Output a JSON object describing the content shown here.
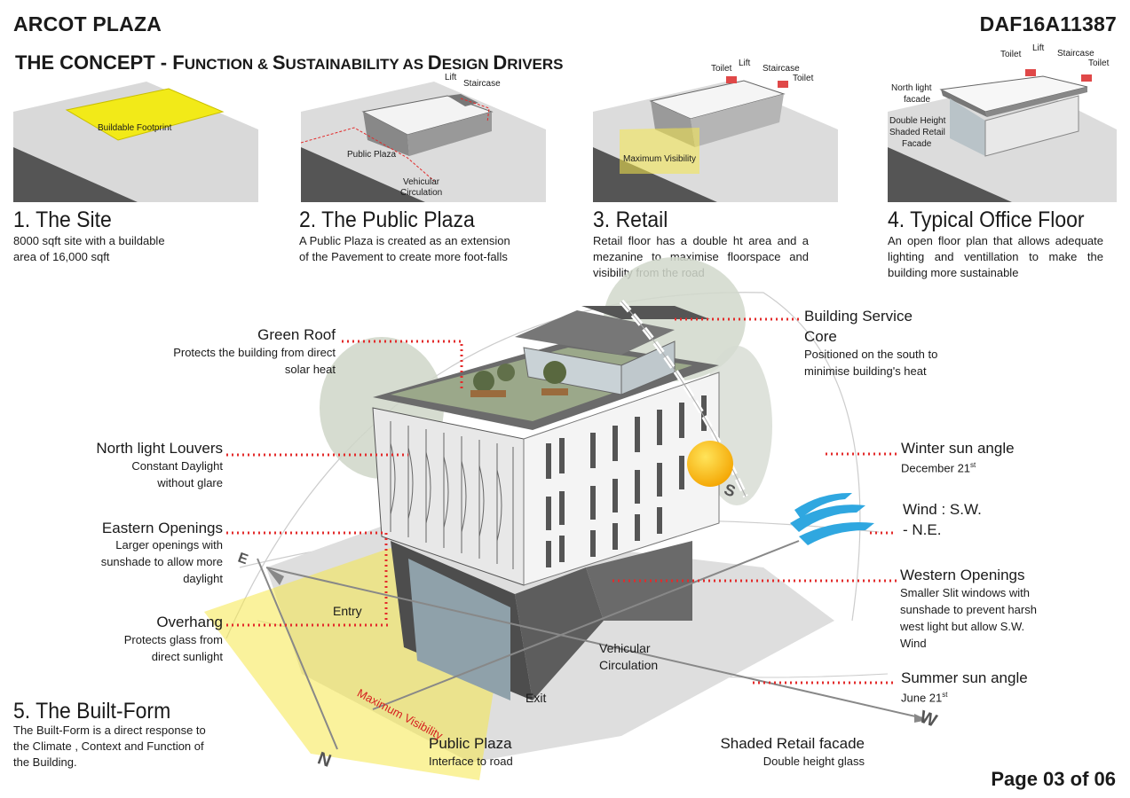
{
  "header": {
    "project": "ARCOT PLAZA",
    "code": "DAF16A11387"
  },
  "concept": {
    "prefix": "THE CONCEPT - ",
    "first": "F",
    "rest1": "UNCTION & ",
    "first2": "S",
    "rest2": "USTAINABILITY AS ",
    "first3": "D",
    "rest3": "ESIGN ",
    "first4": "D",
    "rest4": "RIVERS"
  },
  "panels": [
    {
      "title": "1. The Site",
      "desc": "8000 sqft site with a buildable area of 16,000 sqft",
      "labels": [
        "Buildable Footprint"
      ]
    },
    {
      "title": "2. The Public Plaza",
      "desc": "A Public Plaza is created as an extension of the Pavement to create more foot-falls",
      "labels": [
        "Lift",
        "Staircase",
        "Public Plaza",
        "Vehicular",
        "Circulation"
      ]
    },
    {
      "title": "3. Retail",
      "desc": "Retail floor has a double ht area and a mezanine to maximise floorspace and visibility from the road",
      "labels": [
        "Toilet",
        "Lift",
        "Staircase",
        "Toilet",
        "Maximum Visibility"
      ]
    },
    {
      "title": "4. Typical Office Floor",
      "desc": "An open floor plan that allows adequate lighting and ventillation to make the building more sustainable",
      "labels": [
        "Toilet",
        "Lift",
        "Staircase",
        "Toilet",
        "North light",
        "facade",
        "Double Height",
        "Shaded Retail",
        "Facade"
      ]
    }
  ],
  "callouts": {
    "green_roof": {
      "title": "Green Roof",
      "desc": [
        "Protects the building from direct",
        "solar heat"
      ]
    },
    "louvers": {
      "title": "North light Louvers",
      "desc": [
        "Constant Daylight",
        "without glare"
      ]
    },
    "eastern": {
      "title": "Eastern Openings",
      "desc": [
        "Larger openings with",
        "sunshade to allow more",
        "daylight"
      ]
    },
    "overhang": {
      "title": "Overhang",
      "desc": [
        "Protects glass from",
        "direct sunlight"
      ]
    },
    "service": {
      "title": [
        "Building Service",
        "Core"
      ],
      "desc": [
        "Positioned on the south to",
        "minimise building's heat"
      ]
    },
    "winter": {
      "title": "Winter sun angle",
      "desc": "December 21",
      "sup": "st"
    },
    "wind": {
      "title": [
        "Wind : S.W.",
        "- N.E."
      ]
    },
    "western": {
      "title": "Western Openings",
      "desc": [
        "Smaller Slit windows with",
        "sunshade to prevent harsh",
        "west light but allow S.W.",
        "Wind"
      ]
    },
    "summer": {
      "title": "Summer sun angle",
      "desc": "June 21",
      "sup": "st"
    },
    "plaza": {
      "title": "Public Plaza",
      "desc": "Interface to road"
    },
    "shaded": {
      "title": "Shaded Retail facade",
      "desc": "Double height glass"
    }
  },
  "builtform": {
    "title": "5. The Built-Form",
    "desc": "The Built-Form is a direct response to the Climate , Context and Function of the Building."
  },
  "site_labels": {
    "entry": "Entry",
    "exit": "Exit",
    "vehicular": [
      "Vehicular",
      "Circulation"
    ],
    "max_visibility": "Maximum Visibility"
  },
  "compass": {
    "n": "N",
    "e": "E",
    "s": "S",
    "w": "W"
  },
  "page": "Page 03 of 06",
  "colors": {
    "dots": "#e32b2b",
    "yellow": "#f5e84a",
    "sun": "#ffc400",
    "wind": "#2fa7e0"
  }
}
